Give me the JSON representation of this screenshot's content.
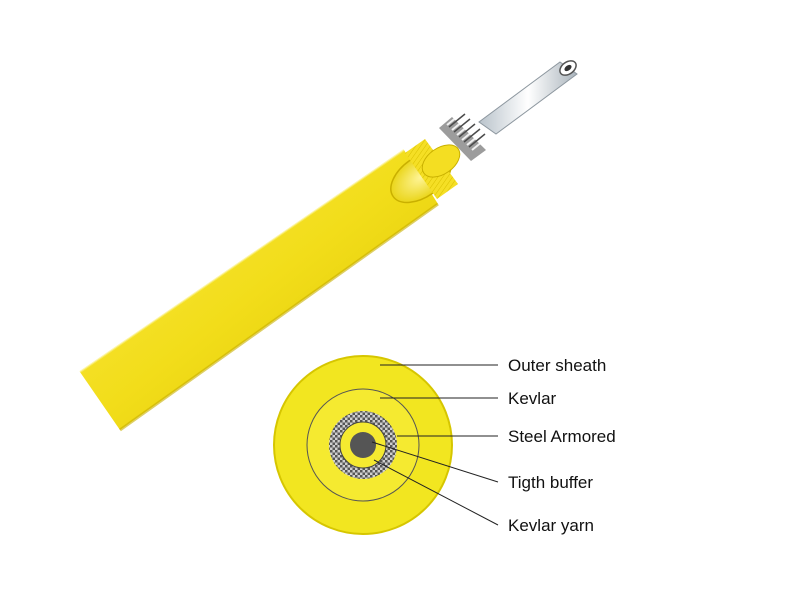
{
  "diagram": {
    "colors": {
      "jacket": "#f2dd1a",
      "jacket_shadow": "#c9b000",
      "jacket_highlight": "#fbf07a",
      "steel": "#9c9c9c",
      "buffer": "#eef3f6",
      "fiber_core": "#4a4a4a",
      "line": "#222222"
    },
    "callouts": [
      {
        "id": "outer-sheath",
        "label": "Outer sheath"
      },
      {
        "id": "kevlar",
        "label": "Kevlar"
      },
      {
        "id": "steel-armored",
        "label": "Steel Armored"
      },
      {
        "id": "tight-buffer",
        "label": "Tigth buffer"
      },
      {
        "id": "kevlar-yarn",
        "label": "Kevlar yarn"
      }
    ]
  }
}
